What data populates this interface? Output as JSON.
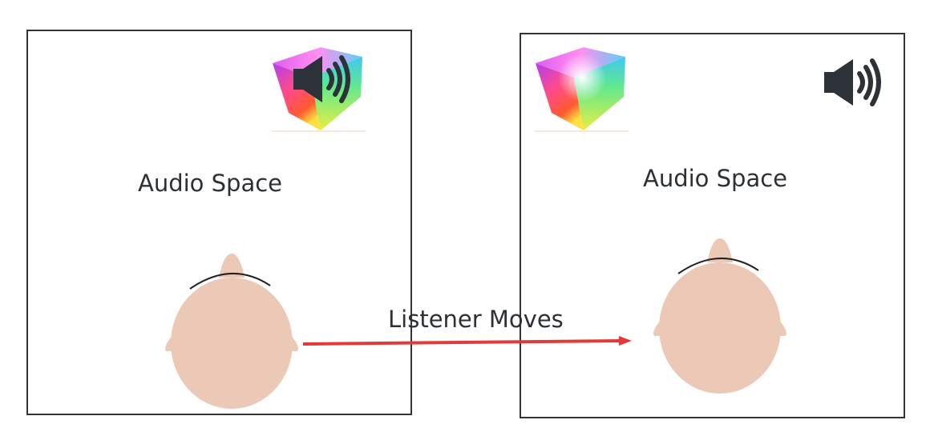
{
  "left_panel": {
    "label": "Audio Space"
  },
  "right_panel": {
    "label": "Audio Space"
  },
  "arrow": {
    "label": "Listener Moves",
    "color": "#e03a3a"
  },
  "colors": {
    "head_skin": "#ecc8b6",
    "hair_line": "#222222",
    "speaker": "#2d3238",
    "border": "#333333",
    "text": "#2b3137"
  },
  "icons": {
    "sound_source": "color-cube-icon",
    "speaker": "speaker-icon",
    "listener": "listener-head-icon"
  }
}
